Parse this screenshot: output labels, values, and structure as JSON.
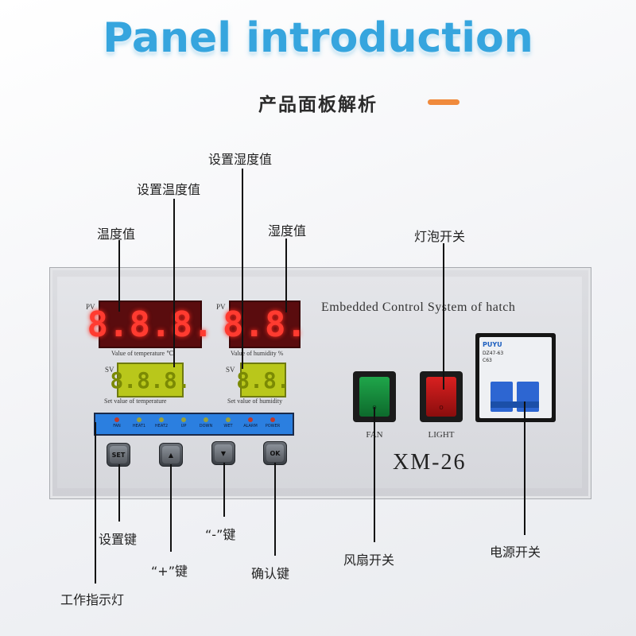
{
  "header": {
    "title": "Panel introduction",
    "subtitle": "产品面板解析",
    "accent_color": "#f08a3c"
  },
  "panel": {
    "system_title": "Embedded Control System of hatch",
    "model": "XM-26",
    "temperature": {
      "pv_label": "PV",
      "pv_display": "8.8.8.",
      "pv_caption": "Value of temperature  ℃",
      "sv_label": "SV",
      "sv_display": "8.8.8.",
      "sv_caption": "Set value of temperature"
    },
    "humidity": {
      "pv_label": "PV",
      "pv_display": "8.8.",
      "pv_caption": "Value of humidity  %",
      "sv_label": "SV",
      "sv_display": "8.8.",
      "sv_caption": "Set value of humidity"
    },
    "indicators": [
      "FAN",
      "HEAT1",
      "HEAT2",
      "UP",
      "DOWN",
      "WET",
      "ALARM",
      "POWER"
    ],
    "indicator_colors": [
      "#c0392b",
      "#9aa23a",
      "#9aa23a",
      "#9aa23a",
      "#9aa23a",
      "#9aa23a",
      "#c0392b",
      "#c0392b"
    ],
    "keys": {
      "set": "SET",
      "up": "▲",
      "down": "▼",
      "ok": "OK"
    },
    "fan_switch": {
      "label": "FAN",
      "color": "#1fa64a",
      "mark": "o"
    },
    "light_switch": {
      "label": "LIGHT",
      "color": "#d92020",
      "mark": "o"
    },
    "breaker": {
      "brand": "PUYU",
      "model": "DZ47-63",
      "rating": "C63"
    }
  },
  "annotations": {
    "temp_value": "温度值",
    "set_temp_value": "设置温度值",
    "set_humidity_value": "设置湿度值",
    "humidity_value": "湿度值",
    "light_switch": "灯泡开关",
    "set_key": "设置键",
    "plus_key": "“+”键",
    "minus_key": "“-”键",
    "confirm_key": "确认键",
    "work_indicator": "工作指示灯",
    "fan_switch": "风扇开关",
    "power_switch": "电源开关"
  }
}
